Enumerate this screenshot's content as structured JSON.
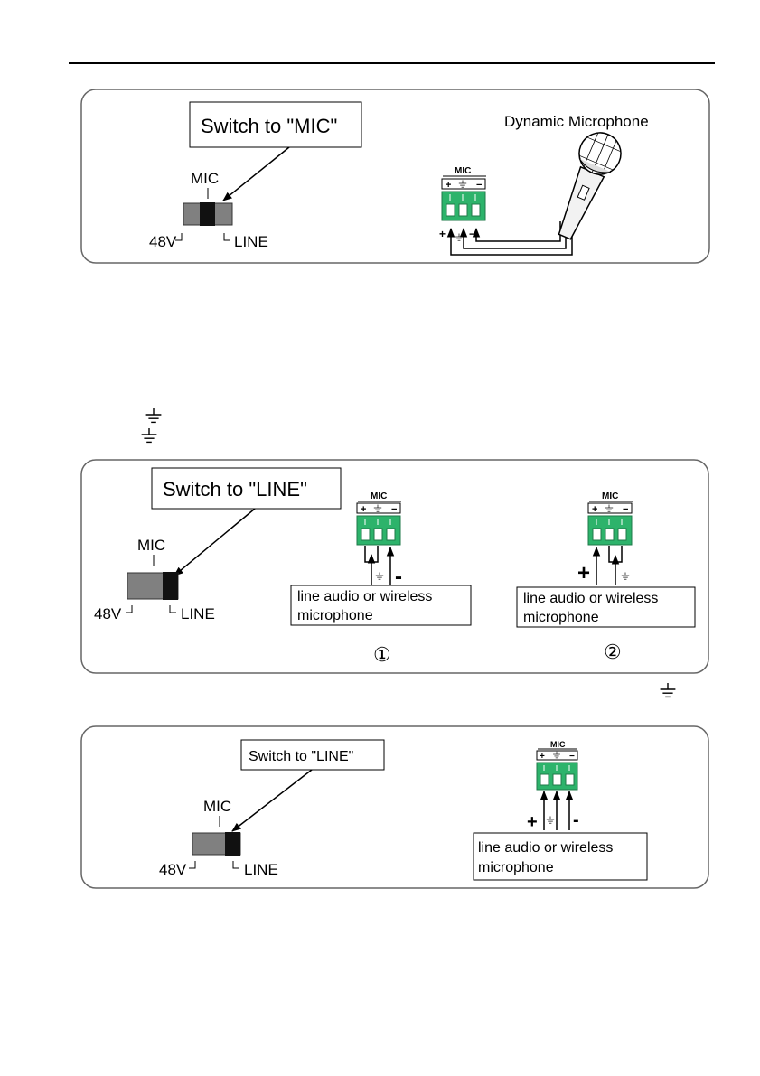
{
  "panel1": {
    "callout": "Switch to \"MIC\"",
    "switch_mic": "MIC",
    "switch_48v": "48V",
    "switch_line": "LINE",
    "mic_title": "Dynamic Microphone",
    "terminal_title": "MIC",
    "terminal_plus": "+",
    "terminal_minus": "−",
    "lead_plus": "+",
    "lead_minus": "−"
  },
  "panel2": {
    "callout": "Switch to \"LINE\"",
    "switch_mic": "MIC",
    "switch_48v": "48V",
    "switch_line": "LINE",
    "terminal_title": "MIC",
    "terminal_plus": "+",
    "terminal_minus": "−",
    "source_line1": "line audio or wireless",
    "source_line2": "microphone",
    "option1_number": "①",
    "option2_number": "②",
    "option1_minus": "-",
    "option2_plus": "+"
  },
  "panel3": {
    "callout": "Switch to \"LINE\"",
    "switch_mic": "MIC",
    "switch_48v": "48V",
    "switch_line": "LINE",
    "terminal_title": "MIC",
    "terminal_plus": "+",
    "terminal_minus": "−",
    "source_line1": "line audio or wireless",
    "source_line2": "microphone",
    "lead_plus": "+",
    "lead_minus": "-"
  }
}
